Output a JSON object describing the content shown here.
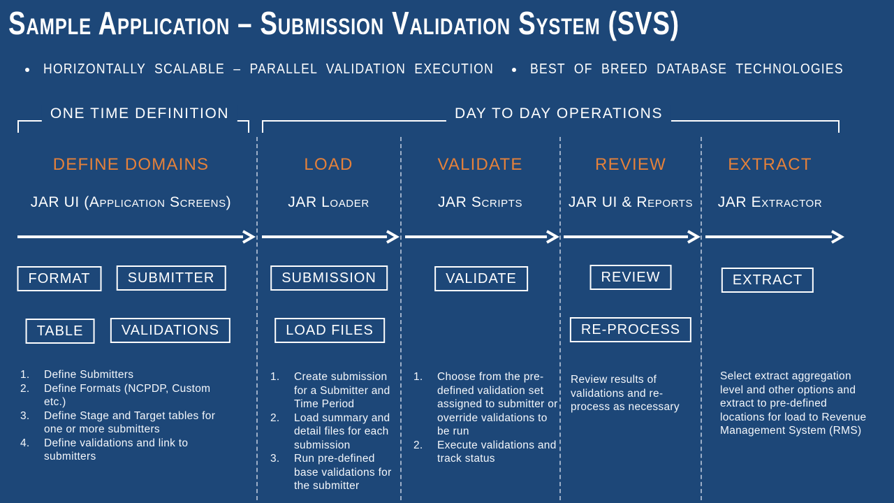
{
  "colors": {
    "background": "#1D4778",
    "accent_orange": "#E5813A",
    "line_white": "#FFFFFF",
    "dashed_line": "#C3CDDD"
  },
  "title": "Sample Application – Submission Validation System (SVS)",
  "bullets": [
    "HORIZONTALLY SCALABLE – PARALLEL VALIDATION EXECUTION",
    "BEST OF BREED DATABASE TECHNOLOGIES"
  ],
  "phase_brackets": [
    {
      "label": "ONE TIME DEFINITION"
    },
    {
      "label": "DAY TO DAY OPERATIONS"
    }
  ],
  "columns": [
    {
      "header": "DEFINE DOMAINS",
      "subtitle": "JAR UI (Application Screens)",
      "boxes": {
        "row1": [
          "FORMAT",
          "SUBMITTER"
        ],
        "row2": [
          "TABLE",
          "VALIDATIONS"
        ]
      },
      "notes_type": "ordered",
      "notes": [
        "Define Submitters",
        "Define Formats (NCPDP, Custom etc.)",
        "Define Stage and Target tables for one or more submitters",
        "Define validations and link to submitters"
      ]
    },
    {
      "header": "LOAD",
      "subtitle": "JAR Loader",
      "boxes": {
        "row1": [
          "SUBMISSION"
        ],
        "row2": [
          "LOAD FILES"
        ]
      },
      "notes_type": "ordered",
      "notes": [
        "Create submission for a Submitter and Time Period",
        "Load summary and detail files for each submission",
        "Run pre-defined base validations for the submitter"
      ]
    },
    {
      "header": "VALIDATE",
      "subtitle": "JAR Scripts",
      "boxes": {
        "row1": [
          "VALIDATE"
        ],
        "row2": []
      },
      "notes_type": "ordered",
      "notes": [
        "Choose from the pre-defined validation set assigned to submitter or override validations to be run",
        "Execute validations and track status"
      ]
    },
    {
      "header": "REVIEW",
      "subtitle": "JAR UI & Reports",
      "boxes": {
        "row1": [
          "REVIEW"
        ],
        "row2": [
          "RE-PROCESS"
        ]
      },
      "notes_type": "plain",
      "notes": [
        "Review results of validations and re-process as necessary"
      ]
    },
    {
      "header": "EXTRACT",
      "subtitle": "JAR Extractor",
      "boxes": {
        "row1": [
          "EXTRACT"
        ],
        "row2": []
      },
      "notes_type": "plain",
      "notes": [
        "Select extract aggregation level and other options and extract to pre-defined locations for load to Revenue Management System (RMS)"
      ]
    }
  ]
}
